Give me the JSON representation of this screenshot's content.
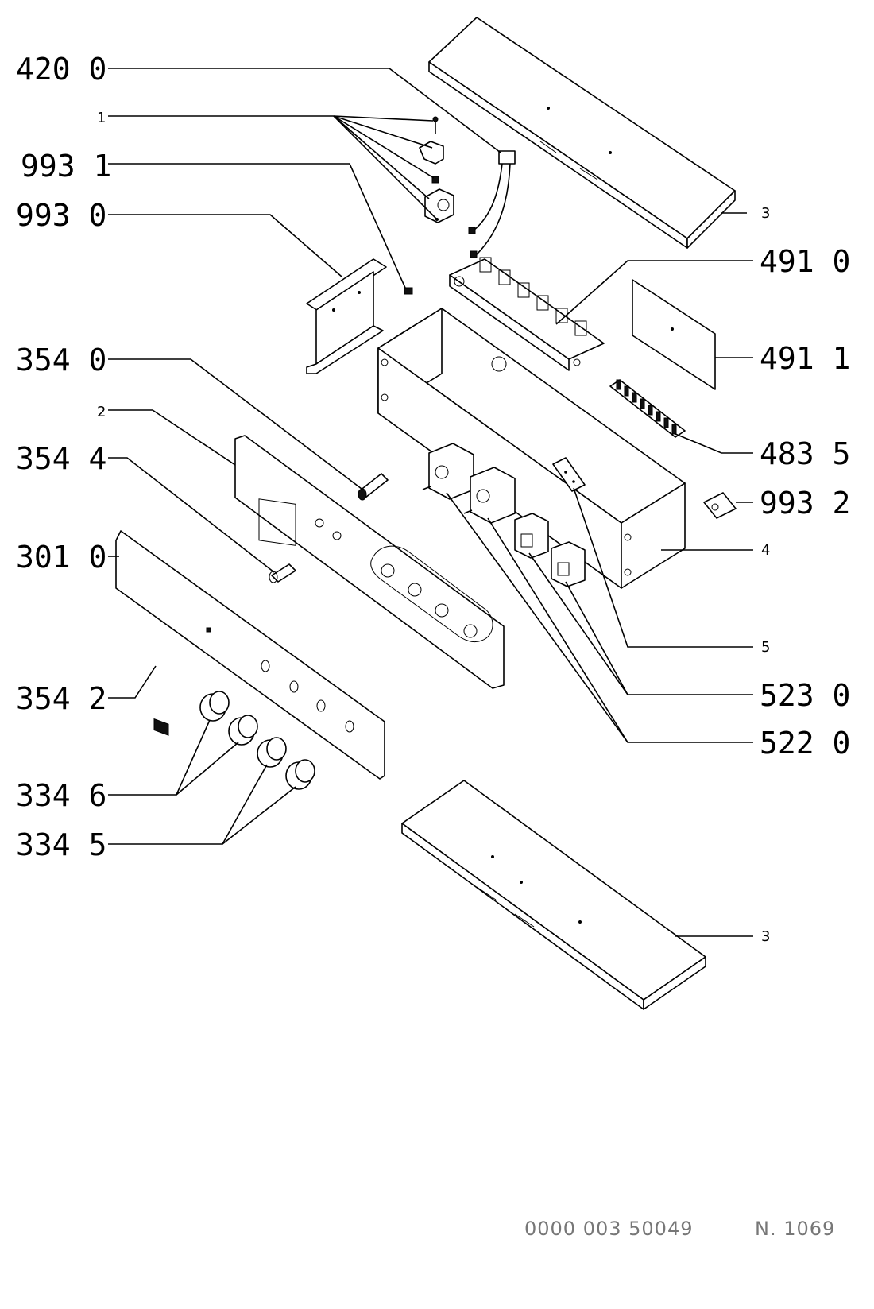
{
  "labels": {
    "l4200": "420 0",
    "l1": "1",
    "l9931": "993 1",
    "l9930": "993 0",
    "l3540": "354 0",
    "l2": "2",
    "l3544": "354 4",
    "l3010": "301 0",
    "l3542": "354 2",
    "l3346": "334 6",
    "l3345": "334 5",
    "r3a": "3",
    "r4910": "491 0",
    "r4911": "491 1",
    "r4835": "483 5",
    "r9932": "993 2",
    "r4": "4",
    "r5": "5",
    "r5230": "523 0",
    "r5220": "522 0",
    "r3b": "3"
  },
  "footer": {
    "code": "0000 003 50049",
    "sheet": "N. 1069"
  }
}
